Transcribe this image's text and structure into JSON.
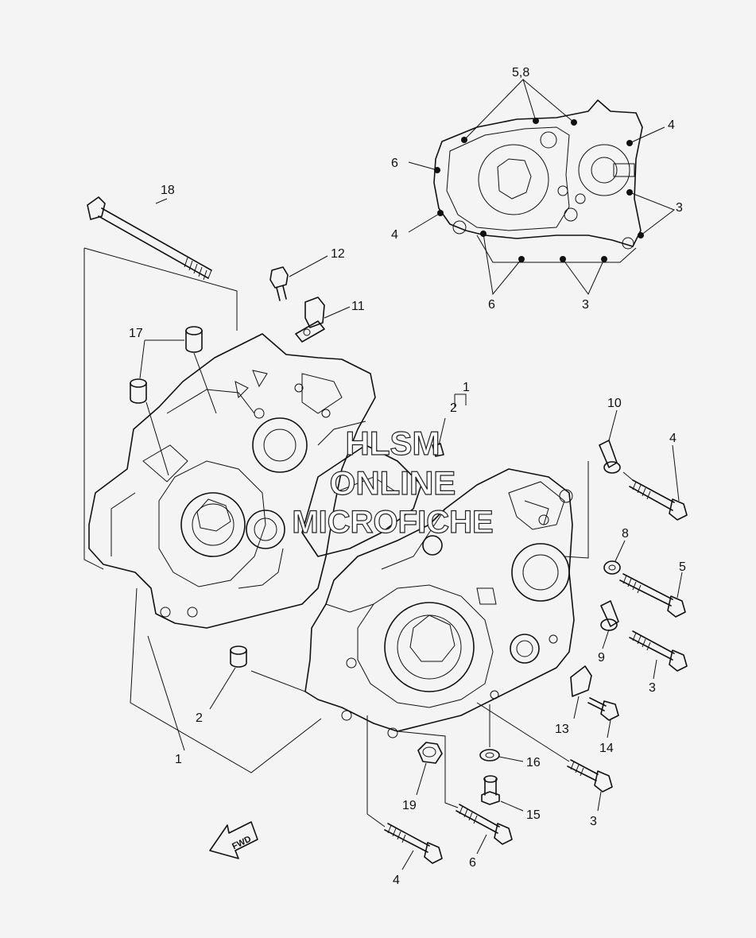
{
  "callouts": [
    {
      "id": "c58",
      "text": "5,8"
    },
    {
      "id": "c4a",
      "text": "4"
    },
    {
      "id": "c6a",
      "text": "6"
    },
    {
      "id": "c3a",
      "text": "3"
    },
    {
      "id": "c4b",
      "text": "4"
    },
    {
      "id": "c6b",
      "text": "6"
    },
    {
      "id": "c3b",
      "text": "3"
    },
    {
      "id": "c18",
      "text": "18"
    },
    {
      "id": "c12",
      "text": "12"
    },
    {
      "id": "c11",
      "text": "11"
    },
    {
      "id": "c17",
      "text": "17"
    },
    {
      "id": "c1a",
      "text": "1"
    },
    {
      "id": "c2a",
      "text": "2"
    },
    {
      "id": "c10",
      "text": "10"
    },
    {
      "id": "c4c",
      "text": "4"
    },
    {
      "id": "c8",
      "text": "8"
    },
    {
      "id": "c5",
      "text": "5"
    },
    {
      "id": "c9",
      "text": "9"
    },
    {
      "id": "c3c",
      "text": "3"
    },
    {
      "id": "c2b",
      "text": "2"
    },
    {
      "id": "c1b",
      "text": "1"
    },
    {
      "id": "c13",
      "text": "13"
    },
    {
      "id": "c14",
      "text": "14"
    },
    {
      "id": "c16",
      "text": "16"
    },
    {
      "id": "c3d",
      "text": "3"
    },
    {
      "id": "c15",
      "text": "15"
    },
    {
      "id": "c19",
      "text": "19"
    },
    {
      "id": "c6c",
      "text": "6"
    },
    {
      "id": "c4d",
      "text": "4"
    }
  ],
  "fwd_label": "FWD",
  "watermark": [
    "HLSM",
    "ONLINE",
    "MICROFICHE"
  ]
}
